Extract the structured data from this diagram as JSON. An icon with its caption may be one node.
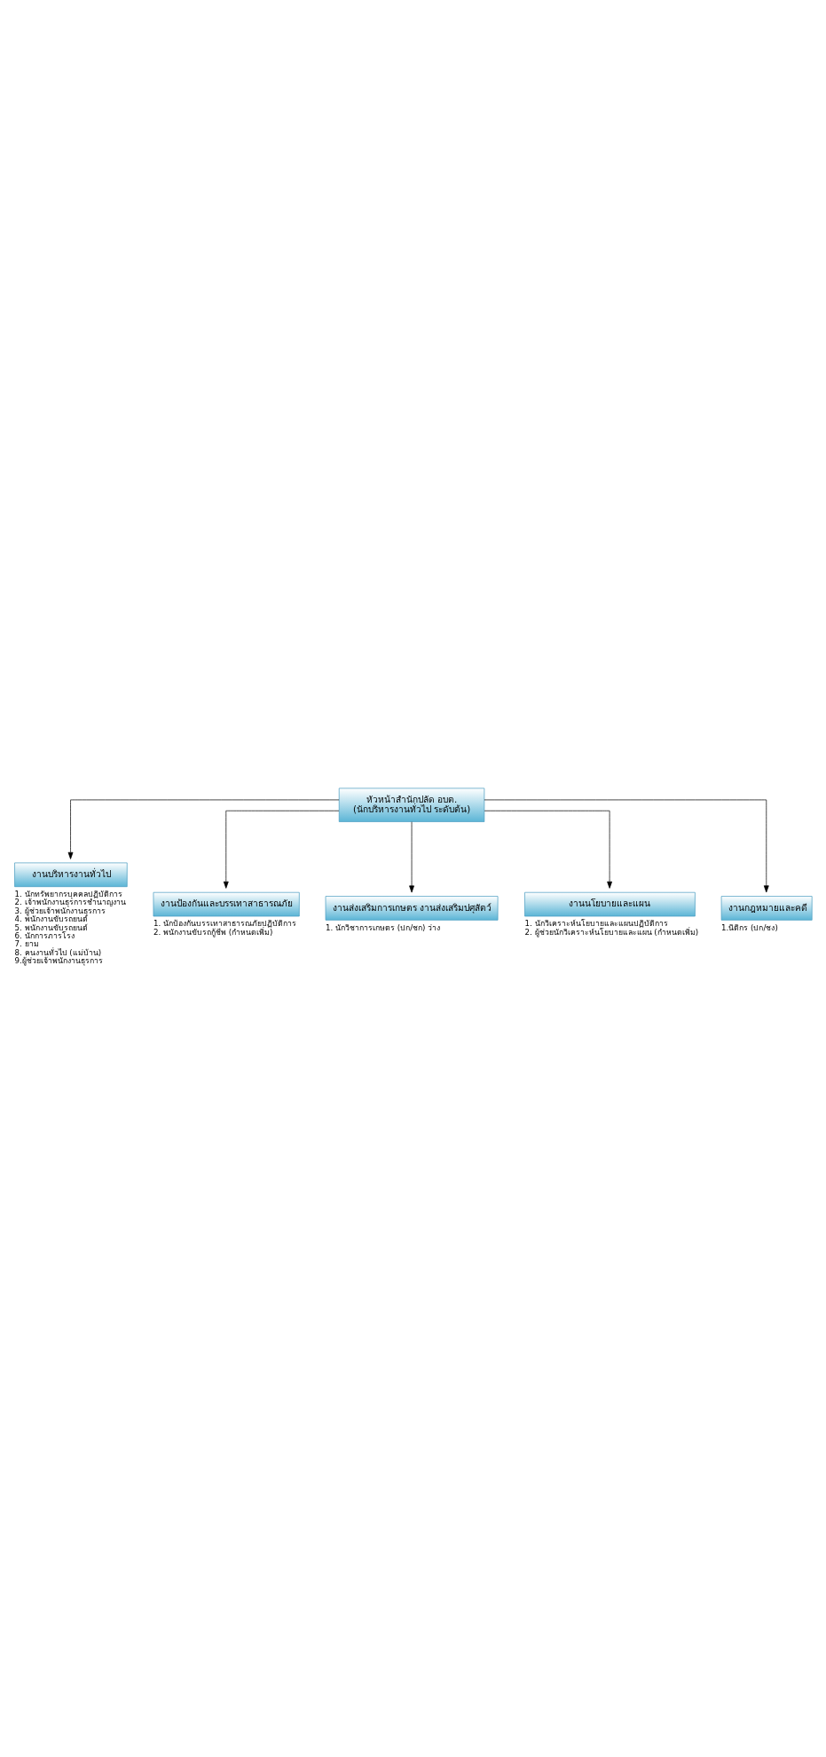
{
  "diagram": {
    "nodes": [
      {
        "text": [
          "หัวหน้าสำนักปลัด อบต.",
          "(นักบริหารงานทั่วไป ระดับต้น)"
        ]
      },
      {
        "text": [
          "งานบริหารงานทั่วไป"
        ],
        "beside": [
          "1. นักทรัพยากรบุคคลปฏิบัติการ",
          "2. เจ้าพนักงานธุรการชำนาญงาน",
          "3. ผู้ช่วยเจ้าพนักงานธุรการ",
          "4. พนักงานขับรถยนต์",
          "5. พนักงานขับรถยนต์",
          "6. นักการภารโรง",
          "7. ยาม",
          "8. คนงานทั่วไป (แม่บ้าน)",
          "9.ผู้ช่วยเจ้าพนักงานธุรการ"
        ]
      },
      {
        "text": [
          "งานป้องกันและบรรเทาสาธารณภัย"
        ],
        "beside": [
          "1. นักป้องกันบรรเทาสาธารณภัยปฏิบัติการ",
          "2. พนักงานขับรถกู้ชีพ (กำหนดเพิ่ม)"
        ]
      },
      {
        "text": [
          "งานส่งเสริมการเกษตร งานส่งเสริมปศุสัตว์"
        ],
        "beside": [
          "1. นักวิชาการเกษตร (ปก/ชก) ว่าง"
        ]
      },
      {
        "text": [
          "งานนโยบายและแผน"
        ],
        "beside": [
          "1. นักวิเคราะห์นโยบายและแผนปฏิบัติการ",
          "2. ผู้ช่วยนักวิเคราะห์นโยบายและแผน (กำหนดเพิ่ม)"
        ]
      },
      {
        "text": [
          "งานกฎหมายและคดี"
        ],
        "beside": [
          "1.นิติกร (ปก/ชง)"
        ]
      }
    ],
    "edges": [
      {
        "from": 0,
        "to": 1,
        "arrow": "to"
      },
      {
        "from": 0,
        "to": 2,
        "arrow": "to"
      },
      {
        "from": 0,
        "to": 3,
        "arrow": "to"
      },
      {
        "from": 0,
        "to": 4,
        "arrow": "to"
      },
      {
        "from": 0,
        "to": 5,
        "arrow": "to"
      }
    ]
  }
}
